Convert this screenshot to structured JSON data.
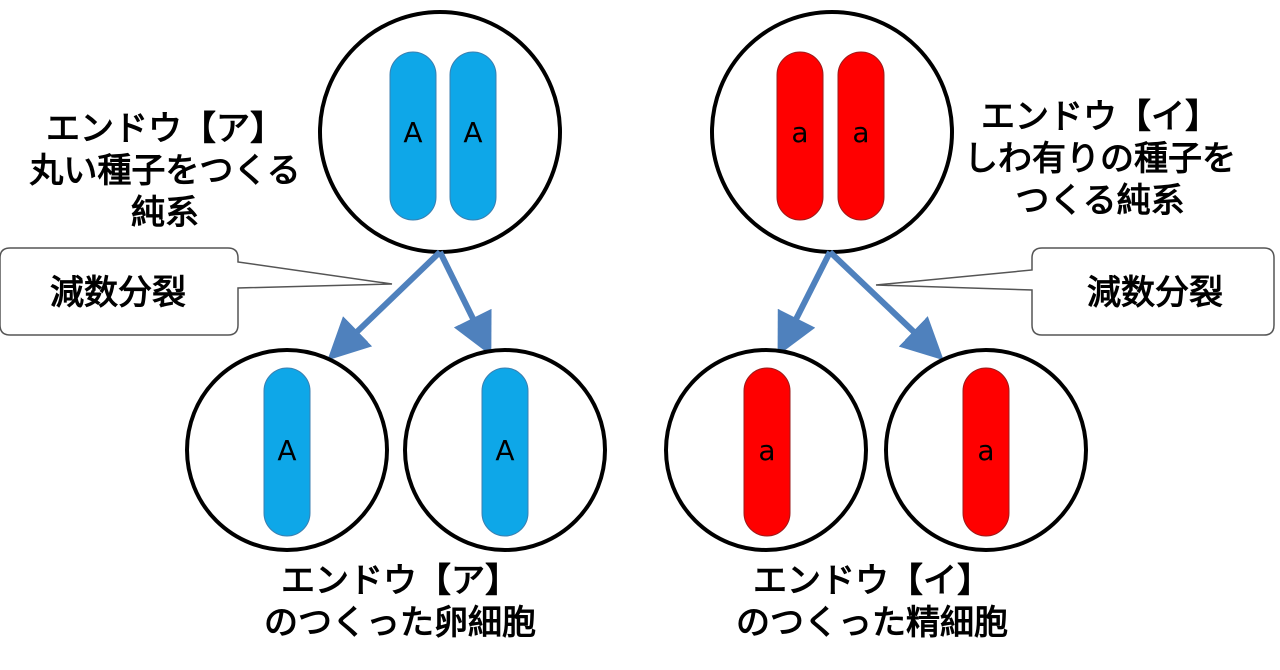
{
  "left_parent": {
    "label_lines": [
      "エンドウ【ア】",
      "丸い種子をつくる",
      "純系"
    ],
    "chromosome_alleles": [
      "A",
      "A"
    ],
    "color": "#0ea7e8"
  },
  "right_parent": {
    "label_lines": [
      "エンドウ【イ】",
      "しわ有りの種子を",
      "つくる純系"
    ],
    "chromosome_alleles": [
      "a",
      "a"
    ],
    "color": "#ff0000"
  },
  "callouts": {
    "left": "減数分裂",
    "right": "減数分裂"
  },
  "gametes": {
    "left": {
      "alleles": [
        "A",
        "A"
      ],
      "caption_lines": [
        "エンドウ【ア】",
        "のつくった卵細胞"
      ]
    },
    "right": {
      "alleles": [
        "a",
        "a"
      ],
      "caption_lines": [
        "エンドウ【イ】",
        "のつくった精細胞"
      ]
    }
  },
  "arrow_color": "#4f81bd"
}
